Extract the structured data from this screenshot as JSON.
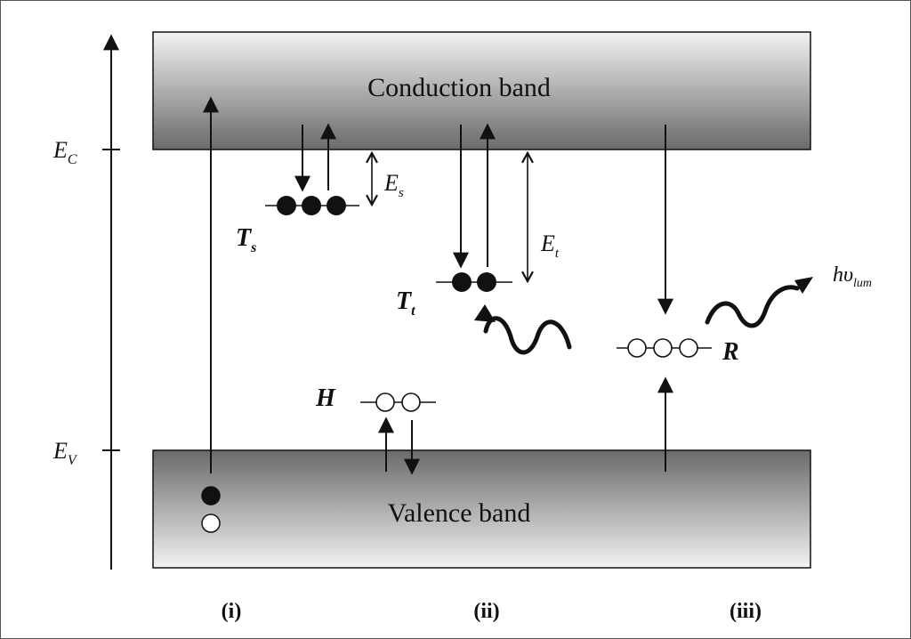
{
  "bands": {
    "conduction": "Conduction band",
    "valence": "Valence band"
  },
  "axis": {
    "ec": {
      "main": "E",
      "sub": "C"
    },
    "ev": {
      "main": "E",
      "sub": "V"
    }
  },
  "levels": {
    "shallow_trap": {
      "main": "T",
      "sub": "s"
    },
    "deep_trap": {
      "main": "T",
      "sub": "t"
    },
    "hole_trap": {
      "main": "H"
    },
    "recombination_center": {
      "main": "R"
    }
  },
  "energies": {
    "es": {
      "main": "E",
      "sub": "s"
    },
    "et": {
      "main": "E",
      "sub": "t"
    }
  },
  "photon": {
    "main": "hυ",
    "sub": "lum"
  },
  "processes": [
    "(i)",
    "(ii)",
    "(iii)"
  ],
  "colors": {
    "band_dark": "#6f6f6f",
    "band_light": "#ececec",
    "ink": "#111111",
    "border": "#555555"
  }
}
